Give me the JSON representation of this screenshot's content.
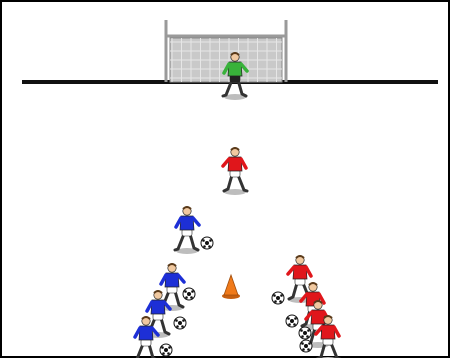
{
  "drill": {
    "colors": {
      "frame": "#000000",
      "goal_line": "#111111",
      "goal_post": "#9a9a9a",
      "goal_net": "#c9c9c9",
      "goalkeeper_shirt": "#38b23a",
      "attacker_team": "#1d2fd6",
      "defender_team": "#e0161b",
      "cone": "#f07a1a",
      "ball": "#ffffff",
      "skin": "#f1c9a0"
    },
    "elements": {
      "goal": {
        "icon": "goal-icon"
      },
      "goalkeeper": {
        "team": "goalkeeper",
        "icon": "goalkeeper-icon"
      },
      "central_defender": {
        "team": "red",
        "icon": "player-icon"
      },
      "blue_queue": {
        "team": "blue",
        "player_count": 4,
        "ball_count": 4
      },
      "red_queue": {
        "team": "red",
        "player_count": 4,
        "ball_count": 4
      },
      "cone": {
        "icon": "cone-icon"
      }
    }
  }
}
